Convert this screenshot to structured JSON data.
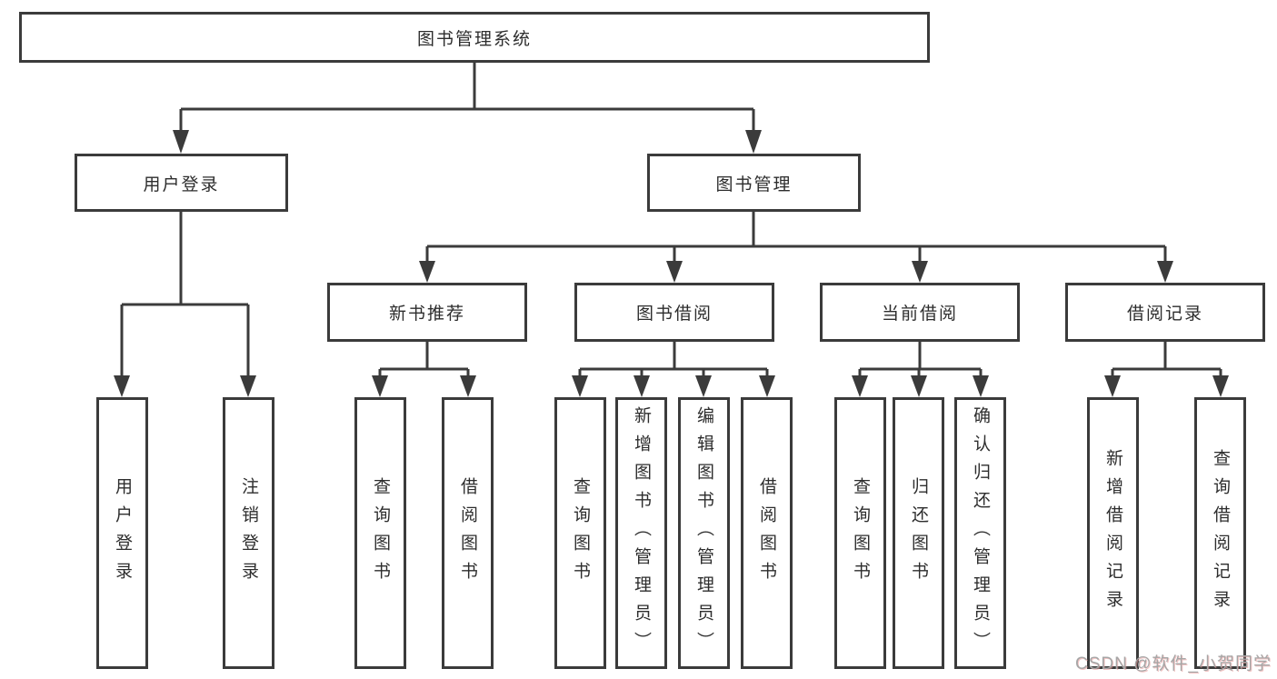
{
  "root": {
    "label": "图书管理系统"
  },
  "level2": [
    {
      "label": "用户登录"
    },
    {
      "label": "图书管理"
    }
  ],
  "level3": [
    {
      "label": "新书推荐"
    },
    {
      "label": "图书借阅"
    },
    {
      "label": "当前借阅"
    },
    {
      "label": "借阅记录"
    }
  ],
  "leaves": {
    "user_login": [
      "用户登录",
      "注销登录"
    ],
    "new_book_recommend": [
      "查询图书",
      "借阅图书"
    ],
    "book_borrow": [
      "查询图书",
      "新增图书（管理员）",
      "编辑图书（管理员）",
      "借阅图书"
    ],
    "current_borrow": [
      "查询图书",
      "归还图书",
      "确认归还（管理员）"
    ],
    "borrow_records": [
      "新增借阅记录",
      "查询借阅记录"
    ]
  },
  "watermark": "CSDN @软件_小贺同学",
  "colors": {
    "line": "#3b3b3b",
    "box_border": "#3b3b3b",
    "text": "#2d2d2d",
    "watermark": "#a6a6a6",
    "background": "#ffffff"
  }
}
